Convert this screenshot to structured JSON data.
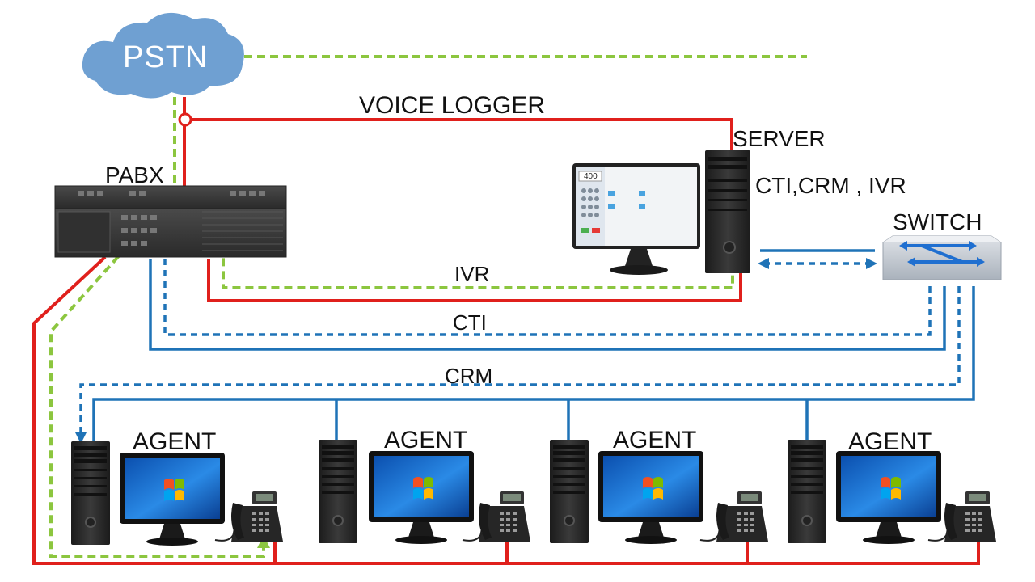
{
  "labels": {
    "pstn": "PSTN",
    "voice_logger": "VOICE LOGGER",
    "server": "SERVER",
    "server_services": "CTI,CRM , IVR",
    "pabx": "PABX",
    "switch": "SWITCH",
    "ivr": "IVR",
    "cti": "CTI",
    "crm": "CRM",
    "agents": [
      "AGENT",
      "AGENT",
      "AGENT",
      "AGENT"
    ]
  },
  "screen": {
    "display_value": "400"
  },
  "colors": {
    "voice_line": "#e0201c",
    "ivr_line": "#8cc63f",
    "data_line": "#1f73b7",
    "cloud": "#6fa0d2",
    "switch_body": "#c8ced6",
    "monitor_screen": "#1c6fd0",
    "device_dark": "#2b2b2b"
  },
  "icons": [
    "cloud-icon",
    "switch-icon",
    "server-tower-icon",
    "monitor-icon",
    "desk-phone-icon",
    "windows-logo-icon"
  ]
}
